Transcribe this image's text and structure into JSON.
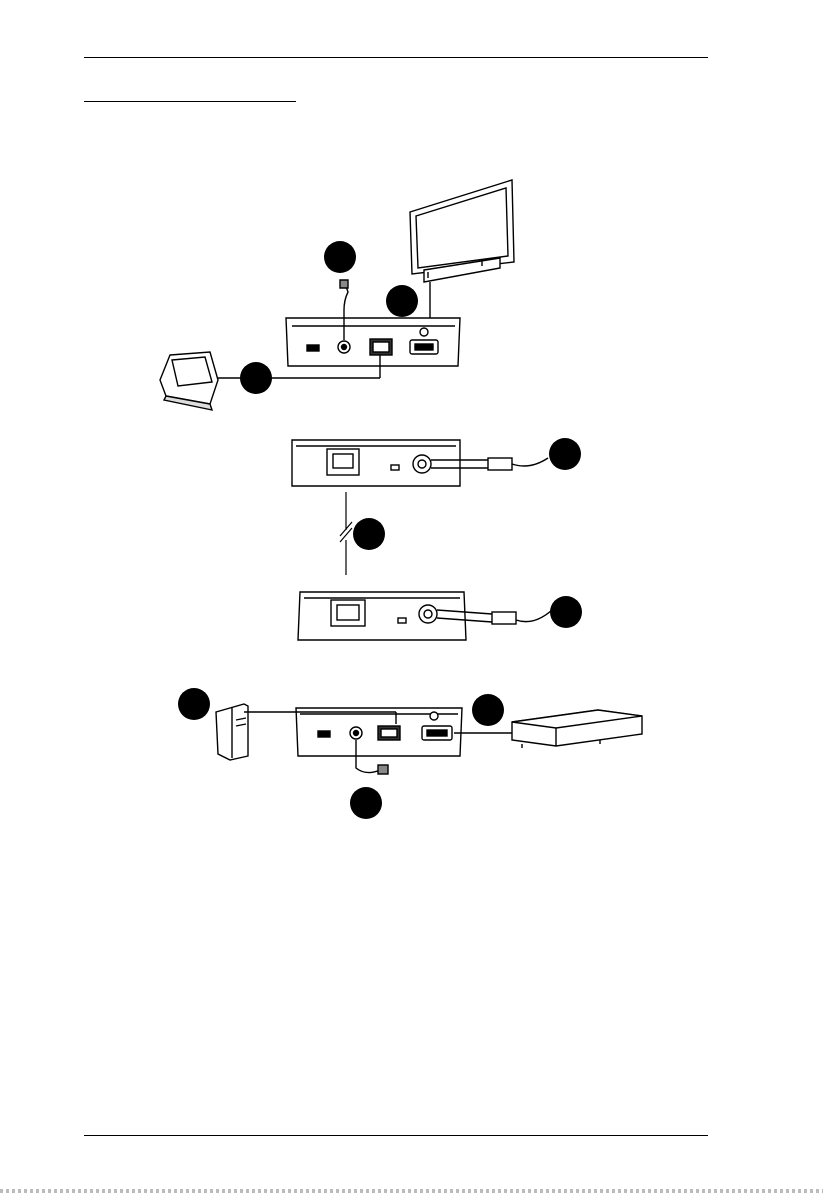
{
  "page": {
    "heading": "",
    "footer_text": ""
  },
  "diagram": {
    "callouts": [
      {
        "id": "c1",
        "label": ""
      },
      {
        "id": "c2",
        "label": ""
      },
      {
        "id": "c3",
        "label": ""
      },
      {
        "id": "c4",
        "label": ""
      },
      {
        "id": "c5",
        "label": ""
      },
      {
        "id": "c6",
        "label": ""
      },
      {
        "id": "c7",
        "label": ""
      },
      {
        "id": "c8",
        "label": ""
      },
      {
        "id": "c9",
        "label": ""
      }
    ],
    "devices": [
      "monitor",
      "touch-panel",
      "receiver-unit",
      "transmitter-unit",
      "computer",
      "media-player"
    ]
  }
}
